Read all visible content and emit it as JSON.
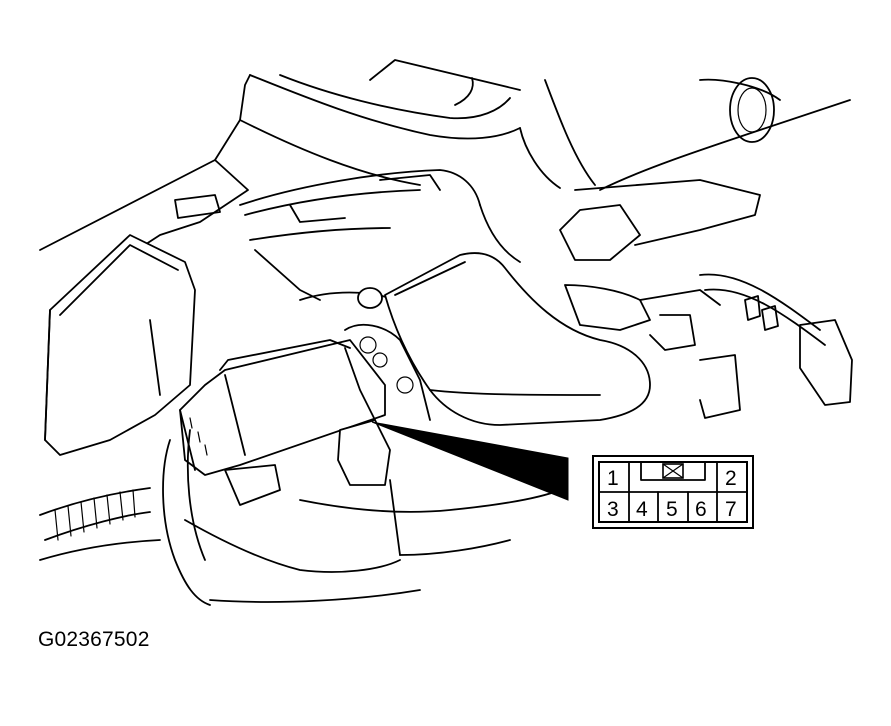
{
  "figure_code": "G02367502",
  "connector": {
    "pins_top": [
      "1",
      "2"
    ],
    "pins_bottom": [
      "3",
      "4",
      "5",
      "6",
      "7"
    ],
    "blank_position_symbol": "cross-box"
  },
  "colors": {
    "line": "#000000",
    "background": "#ffffff",
    "pointer": "#000000"
  }
}
